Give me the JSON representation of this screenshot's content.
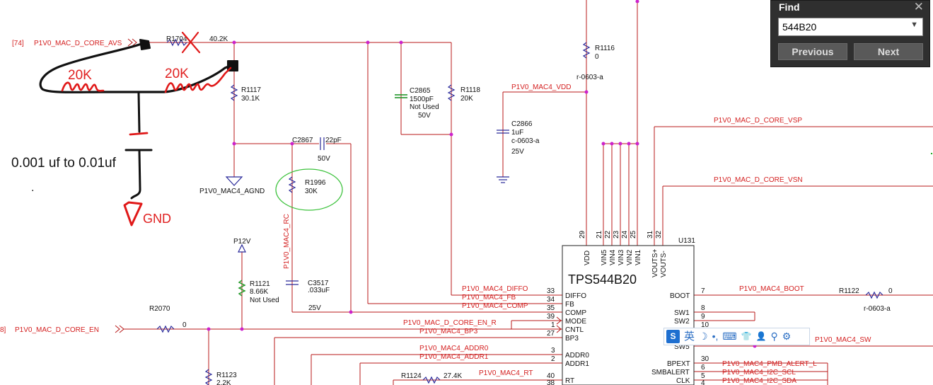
{
  "find": {
    "title": "Find",
    "close_glyph": "✕",
    "query": "544B20",
    "dropdown_glyph": "▼",
    "previous_label": "Previous",
    "next_label": "Next"
  },
  "ime": {
    "logo": "S",
    "lang": "英",
    "icons": [
      "moon-icon",
      "punctuation-icon",
      "keyboard-icon",
      "skin-icon",
      "user-icon",
      "search-icon",
      "settings-icon"
    ],
    "glyphs": [
      "☽",
      "•,",
      "⌨",
      "👕",
      "👤",
      "⚲",
      "⚙"
    ]
  },
  "schematic": {
    "ic": {
      "ref": "U131",
      "part": "TPS544B20",
      "top_pins": [
        {
          "num": "29",
          "name": "VDD"
        },
        {
          "num": "21",
          "name": "VIN5"
        },
        {
          "num": "22",
          "name": "VIN4"
        },
        {
          "num": "23",
          "name": "VIN3"
        },
        {
          "num": "24",
          "name": "VIN2"
        },
        {
          "num": "25",
          "name": "VIN1"
        },
        {
          "num": "31",
          "name": "VOUTS+"
        },
        {
          "num": "32",
          "name": "VOUTS-"
        }
      ],
      "left_pins": [
        {
          "num": "33",
          "name": "DIFFO",
          "net": "P1V0_MAC4_DIFFO"
        },
        {
          "num": "34",
          "name": "FB",
          "net": "P1V0_MAC4_FB"
        },
        {
          "num": "35",
          "name": "COMP",
          "net": "P1V0_MAC4_COMP"
        },
        {
          "num": "39",
          "name": "MODE",
          "net": "P1V0_MAC_D_CORE_EN_R"
        },
        {
          "num": "1",
          "name": "CNTL",
          "net": ""
        },
        {
          "num": "27",
          "name": "BP3",
          "net": "P1V0_MAC4_BP3"
        },
        {
          "num": "3",
          "name": "ADDR0",
          "net": "P1V0_MAC4_ADDR0"
        },
        {
          "num": "2",
          "name": "ADDR1",
          "net": "P1V0_MAC4_ADDR1"
        },
        {
          "num": "40",
          "name": "RT",
          "net": "P1V0_MAC4_RT"
        },
        {
          "num": "38",
          "name": "",
          "net": ""
        }
      ],
      "right_pins": [
        {
          "num": "7",
          "name": "BOOT",
          "net": "P1V0_MAC4_BOOT"
        },
        {
          "num": "8",
          "name": "SW1",
          "net": ""
        },
        {
          "num": "9",
          "name": "SW2",
          "net": ""
        },
        {
          "num": "10",
          "name": "",
          "net": ""
        },
        {
          "num": "",
          "name": "SW5",
          "net": "P1V0_MAC4_SW"
        },
        {
          "num": "30",
          "name": "BPEXT",
          "net": ""
        },
        {
          "num": "6",
          "name": "SMBALERT",
          "net": "P1V0_MAC4_PMB_ALERT_L"
        },
        {
          "num": "5",
          "name": "CLK",
          "net": "P1V0_MAC4_I2C_SCL"
        },
        {
          "num": "4",
          "name": "",
          "net": "P1V0_MAC4_I2C_SDA"
        }
      ]
    },
    "nets": {
      "avs_ref": "[74]",
      "avs": "P1V0_MAC_D_CORE_AVS",
      "en_ref": "8]",
      "en": "P1V0_MAC_D_CORE_EN",
      "vdd": "P1V0_MAC4_VDD",
      "vsp": "P1V0_MAC_D_CORE_VSP",
      "vsn": "P1V0_MAC_D_CORE_VSN",
      "agnd": "P1V0_MAC4_AGND",
      "p12v": "P12V",
      "rc": "P1V0_MAC4_RC"
    },
    "parts": {
      "r1704": {
        "ref": "R1704",
        "value": "40.2K"
      },
      "r1117": {
        "ref": "R1117",
        "value": "30.1K"
      },
      "r1116": {
        "ref": "R1116",
        "value": "0",
        "pkg": "r-0603-a"
      },
      "r1118": {
        "ref": "R1118",
        "value": "20K"
      },
      "c2865": {
        "ref": "C2865",
        "value": "1500pF",
        "note": "Not Used",
        "volt": "50V"
      },
      "c2866": {
        "ref": "C2866",
        "value": "1uF",
        "pkg": "c-0603-a",
        "volt": "25V"
      },
      "c2867": {
        "ref": "C2867",
        "value": "22pF",
        "volt": "50V"
      },
      "r1996": {
        "ref": "R1996",
        "value": "30K"
      },
      "r1121": {
        "ref": "R1121",
        "value": "8.66K",
        "note": "Not Used"
      },
      "c3517": {
        "ref": "C3517",
        "value": ".033uF",
        "volt": "25V"
      },
      "r2070": {
        "ref": "R2070",
        "value": "0"
      },
      "r1123": {
        "ref": "R1123",
        "value": "2.2K"
      },
      "r1124": {
        "ref": "R1124",
        "value": "27.4K"
      },
      "r1122": {
        "ref": "R1122",
        "value": "0",
        "pkg": "r-0603-a"
      }
    }
  },
  "annotations": {
    "left_res": "20K",
    "right_res": "20K",
    "cap_range": "0.001 uf to 0.01uf",
    "dot": ".",
    "gnd": "GND"
  }
}
